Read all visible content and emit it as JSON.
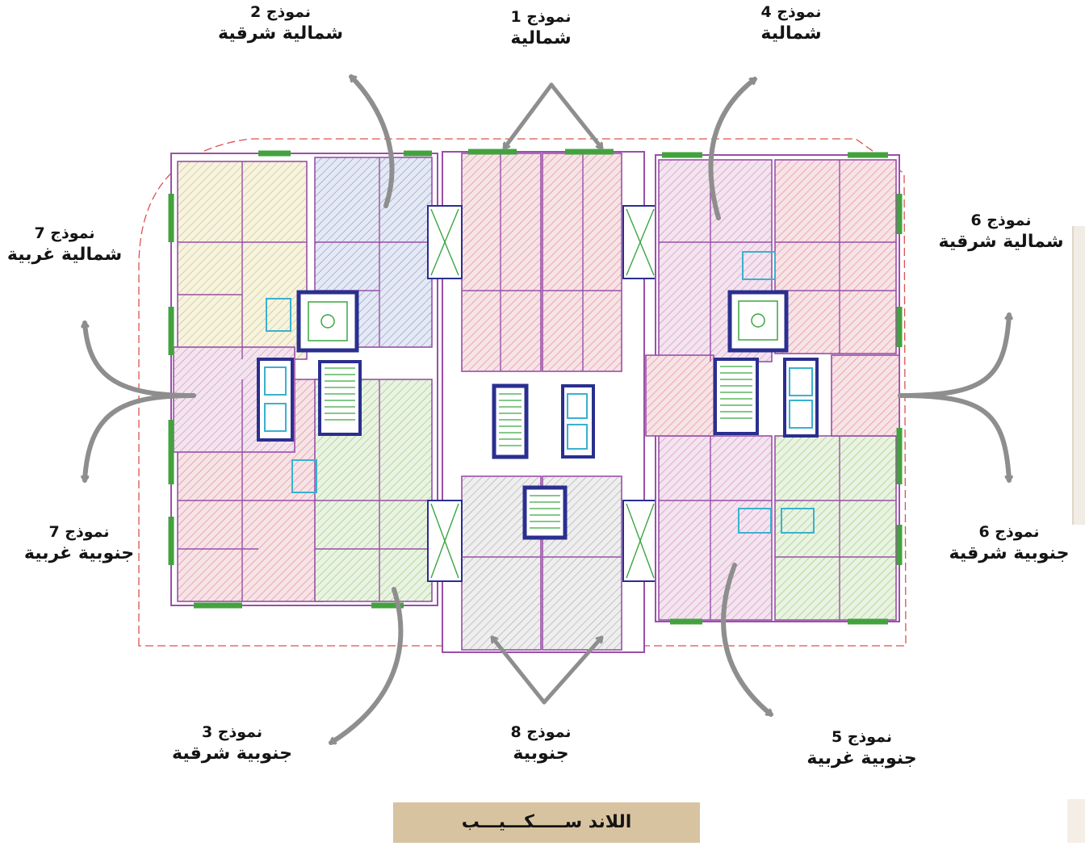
{
  "plan": {
    "colors": {
      "wall": "#9a4fa8",
      "structure": "#2a2f8f",
      "glazing": "#43a23e",
      "boundary": "#d9534f",
      "arrow": "#8e8e8e",
      "lift": "#3ab1cf",
      "stair": "#3aa640",
      "hatch_red": "#d97a8a",
      "hatch_blue": "#7b8fc7",
      "hatch_yellow": "#c8b866",
      "hatch_pink": "#c985b0",
      "hatch_green": "#8fbf6f"
    }
  },
  "labels": [
    {
      "id": "n2-top",
      "title": "نموذج 2",
      "orientation": "شمالية شرقية"
    },
    {
      "id": "n1-top",
      "title": "نموذج 1",
      "orientation": "شمالية"
    },
    {
      "id": "n4-top",
      "title": "نموذج 4",
      "orientation": "شمالية"
    },
    {
      "id": "n7-west-north",
      "title": "نموذج 7",
      "orientation": "شمالية غربية"
    },
    {
      "id": "n6-east-north",
      "title": "نموذج 6",
      "orientation": "شمالية شرقية"
    },
    {
      "id": "n7-west-south",
      "title": "نموذج 7",
      "orientation": "جنوبية غربية"
    },
    {
      "id": "n6-east-south",
      "title": "نموذج 6",
      "orientation": "جنوبية شرقية"
    },
    {
      "id": "n3-bottom",
      "title": "نموذج 3",
      "orientation": "جنوبية شرقية"
    },
    {
      "id": "n8-bottom",
      "title": "نموذج 8",
      "orientation": "جنوبية"
    },
    {
      "id": "n5-bottom",
      "title": "نموذج 5",
      "orientation": "جنوبية غربية"
    }
  ],
  "footer": {
    "text": "اللاند ســـــكـــيـــب",
    "background": "#d8c3a1"
  }
}
